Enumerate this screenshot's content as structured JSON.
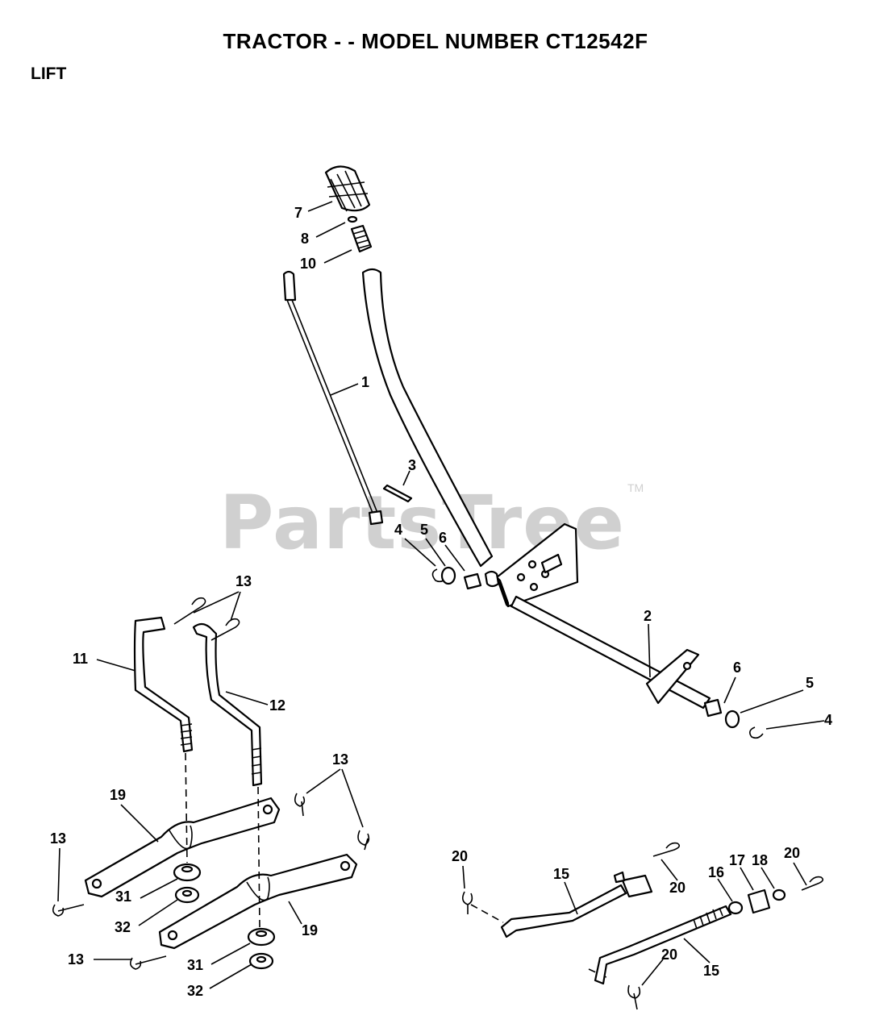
{
  "header": {
    "title": "TRACTOR - - MODEL NUMBER CT12542F",
    "section": "LIFT"
  },
  "watermark": {
    "text": "PartsTree",
    "trademark": "TM"
  },
  "callouts": {
    "c1": "1",
    "c2": "2",
    "c3": "3",
    "c4a": "4",
    "c4b": "4",
    "c5a": "5",
    "c5b": "5",
    "c6a": "6",
    "c6b": "6",
    "c7": "7",
    "c8": "8",
    "c10": "10",
    "c11": "11",
    "c12": "12",
    "c13a": "13",
    "c13b": "13",
    "c13c": "13",
    "c13d": "13",
    "c15a": "15",
    "c15b": "15",
    "c16": "16",
    "c17": "17",
    "c18": "18",
    "c19a": "19",
    "c19b": "19",
    "c20a": "20",
    "c20b": "20",
    "c20c": "20",
    "c20d": "20",
    "c31a": "31",
    "c31b": "31",
    "c32a": "32",
    "c32b": "32"
  }
}
